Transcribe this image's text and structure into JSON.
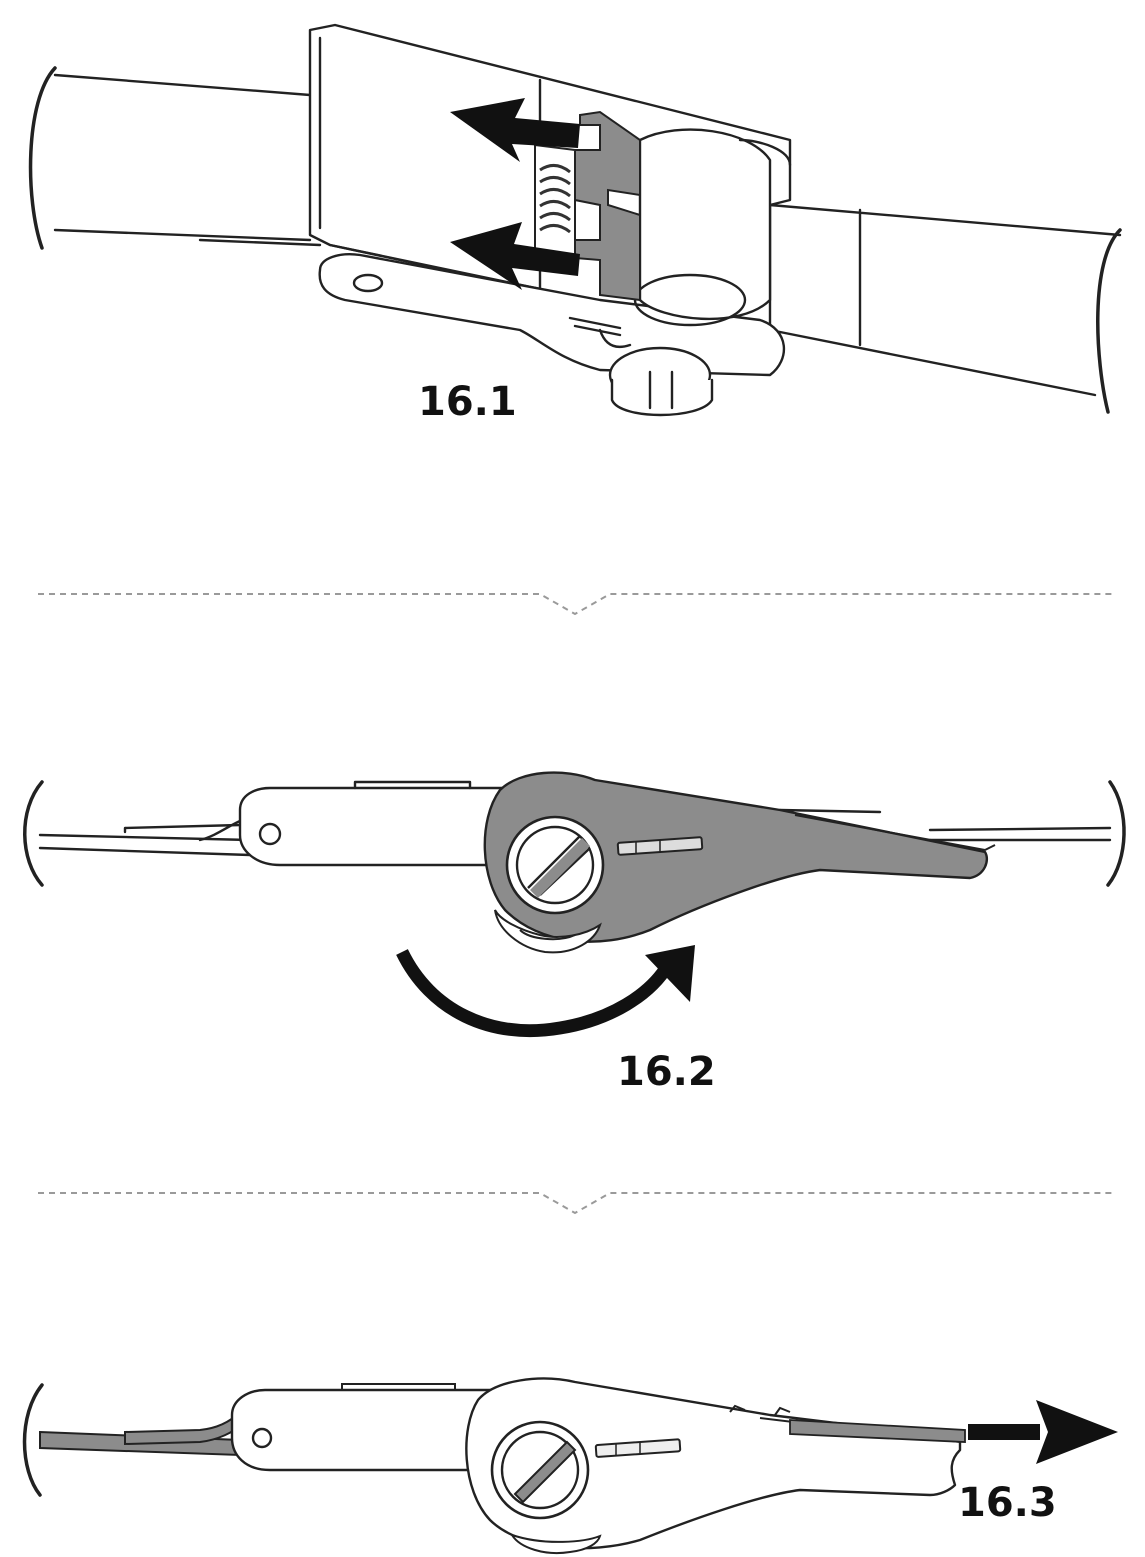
{
  "steps": [
    {
      "label": "16.1"
    },
    {
      "label": "16.2"
    },
    {
      "label": "16.3"
    }
  ],
  "colors": {
    "ink": "#111111",
    "outline": "#222222",
    "fill": "#ffffff",
    "gray": "#8c8c8c",
    "gray_dark": "#6e6e6e",
    "divider": "#9a9a9a"
  }
}
